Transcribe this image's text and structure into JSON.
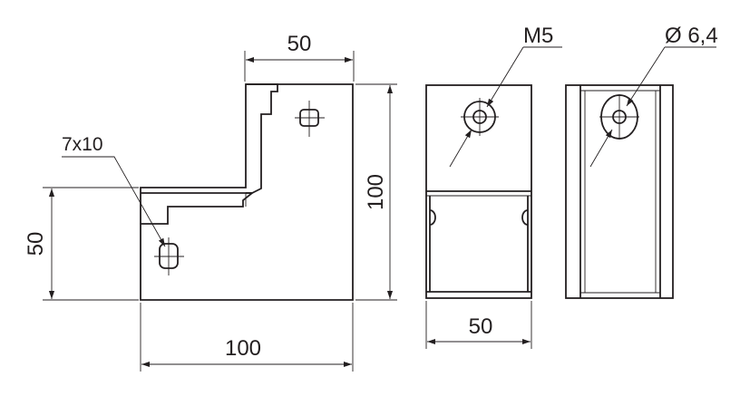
{
  "drawing": {
    "dimensions": {
      "top_width": "50",
      "right_height": "100",
      "left_height": "50",
      "bottom_width": "100",
      "front_width": "50"
    },
    "callouts": {
      "slot": "7x10",
      "thread": "M5",
      "hole": "Ø 6,4"
    }
  }
}
